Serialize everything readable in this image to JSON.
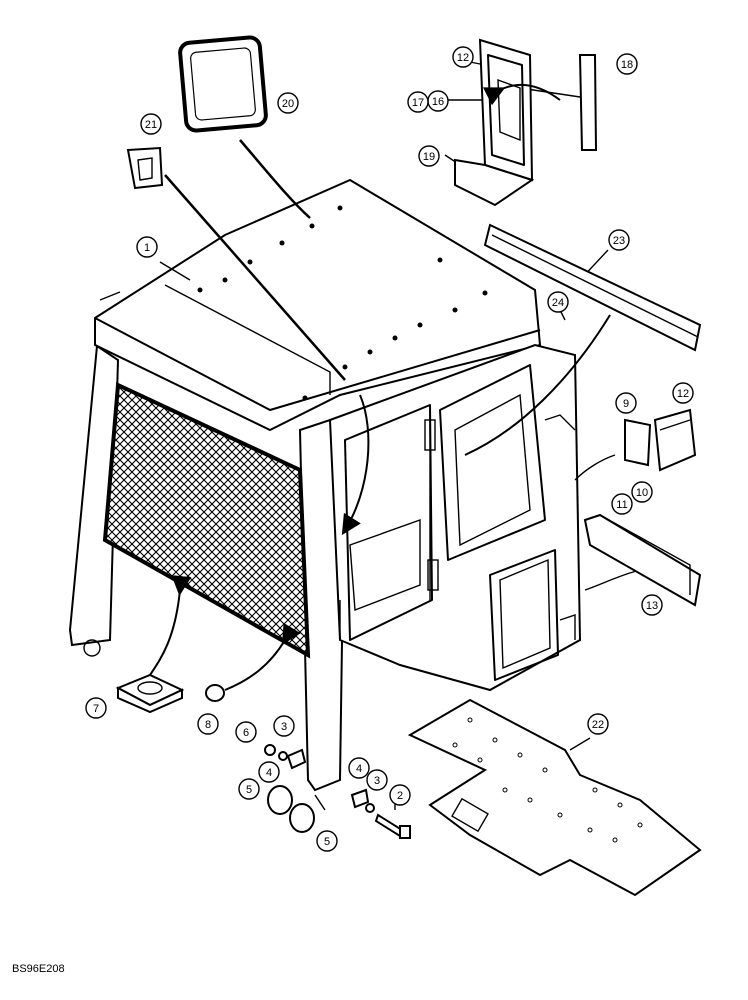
{
  "figure": {
    "code": "BS96E208"
  },
  "callouts": [
    {
      "id": "c1",
      "label": "1"
    },
    {
      "id": "c2",
      "label": "2"
    },
    {
      "id": "c3a",
      "label": "3"
    },
    {
      "id": "c3b",
      "label": "3"
    },
    {
      "id": "c4a",
      "label": "4"
    },
    {
      "id": "c4b",
      "label": "4"
    },
    {
      "id": "c5a",
      "label": "5"
    },
    {
      "id": "c5b",
      "label": "5"
    },
    {
      "id": "c6",
      "label": "6"
    },
    {
      "id": "c7",
      "label": "7"
    },
    {
      "id": "c8",
      "label": "8"
    },
    {
      "id": "c9",
      "label": "9"
    },
    {
      "id": "c10",
      "label": "10"
    },
    {
      "id": "c11",
      "label": "11"
    },
    {
      "id": "c12a",
      "label": "12"
    },
    {
      "id": "c12b",
      "label": "12"
    },
    {
      "id": "c13",
      "label": "13"
    },
    {
      "id": "c16",
      "label": "16"
    },
    {
      "id": "c17",
      "label": "17"
    },
    {
      "id": "c18",
      "label": "18"
    },
    {
      "id": "c19",
      "label": "19"
    },
    {
      "id": "c20",
      "label": "20"
    },
    {
      "id": "c21",
      "label": "21"
    },
    {
      "id": "c22",
      "label": "22"
    },
    {
      "id": "c23",
      "label": "23"
    },
    {
      "id": "c24",
      "label": "24"
    }
  ]
}
